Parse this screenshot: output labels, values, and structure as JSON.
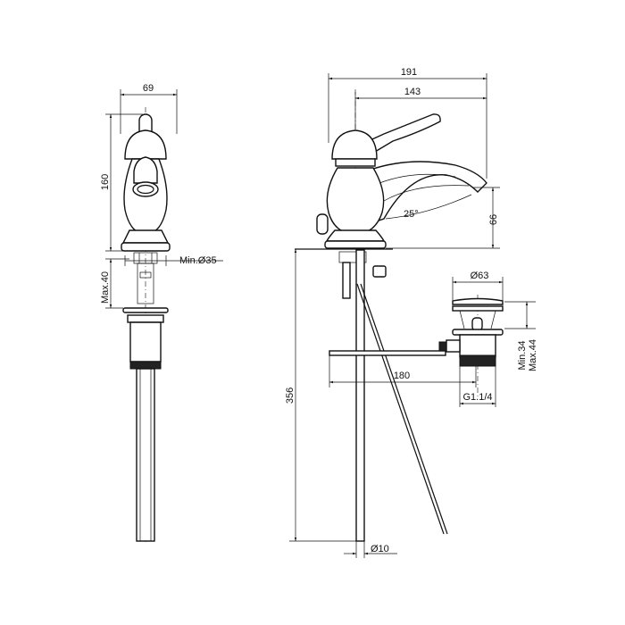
{
  "drawing": {
    "front_view": {
      "width": "69",
      "height": "160",
      "min_hole_diameter": "Min.Ø35",
      "max_deck_thickness": "Max.40"
    },
    "side_view": {
      "overall_length": "191",
      "spout_reach": "143",
      "spout_angle": "25°",
      "spout_height": "66",
      "rod_length": "180",
      "pipe_length": "356",
      "pipe_diameter": "Ø10"
    },
    "waste_view": {
      "flange_diameter": "Ø63",
      "min_height": "Min.34",
      "max_height": "Max.44",
      "thread": "G1.1/4"
    }
  }
}
